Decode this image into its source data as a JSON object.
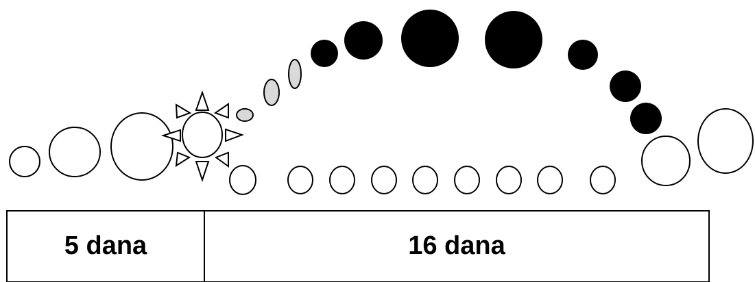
{
  "colors": {
    "stroke": "#000000",
    "follicle_fill": "#ffffff",
    "ovulation_fill": "#ffffff",
    "early_fill": "#d9d9d9",
    "dark_fill": "#000000"
  },
  "timeline": {
    "segment_1_label": "5 dana",
    "segment_2_label": "16 dana"
  },
  "stages": [
    "small-follicle",
    "growing-follicle",
    "mature-follicle",
    "ovulation-sun",
    "corpus-early-small",
    "corpus-early-medium",
    "corpus-early-large",
    "corpus-dark-small",
    "corpus-dark-medium",
    "corpus-dark-large-1",
    "corpus-dark-large-2",
    "corpus-dark-medium-2",
    "corpus-dark-medium-3",
    "corpus-dark-medium-4",
    "follicle-large-right-1",
    "follicle-large-right-2"
  ]
}
